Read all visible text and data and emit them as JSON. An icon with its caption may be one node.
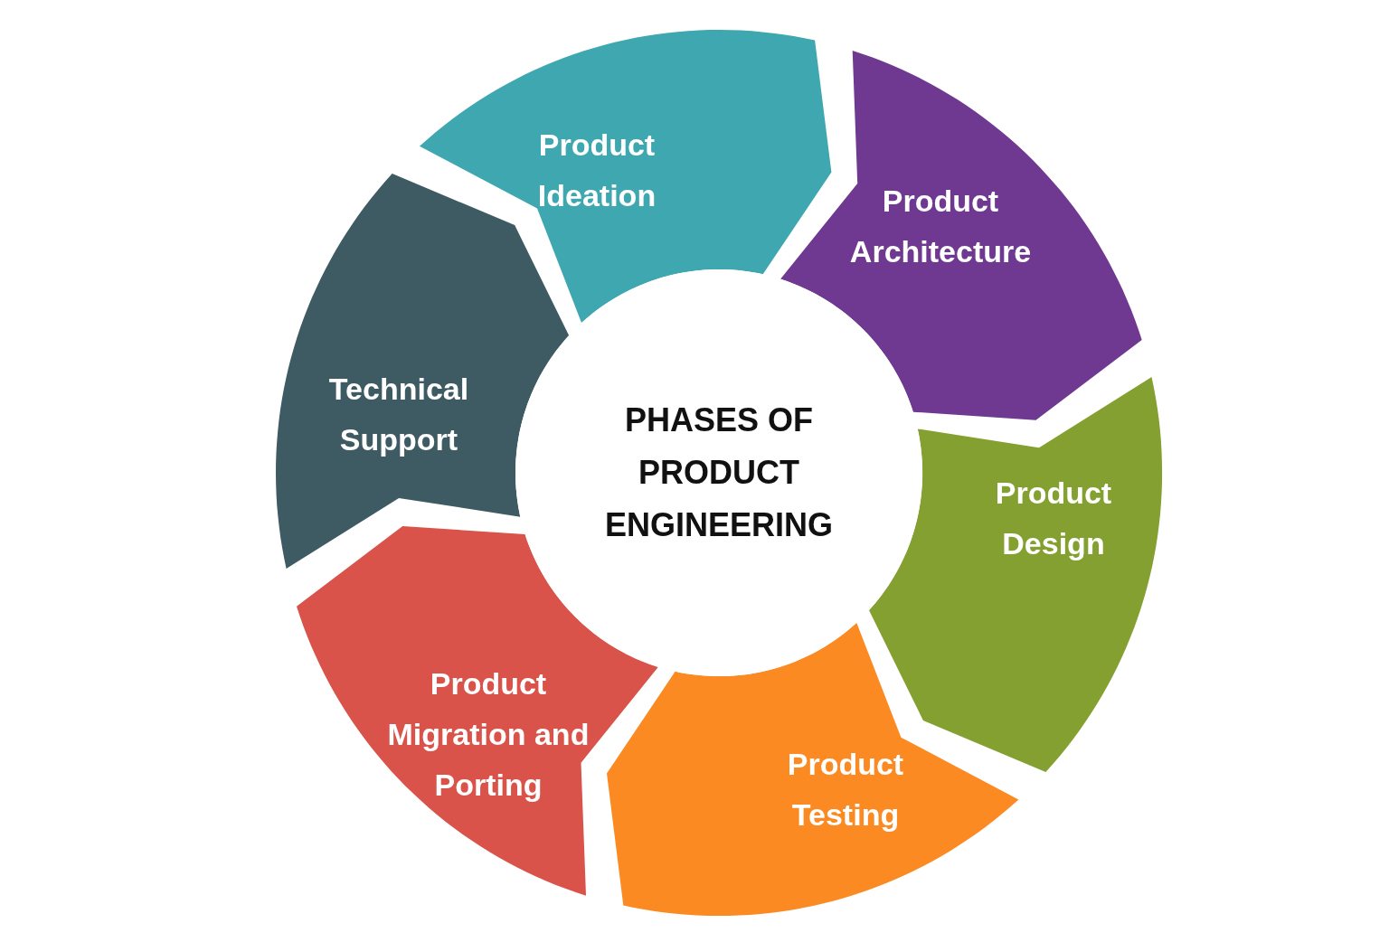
{
  "diagram": {
    "nodes": [
      {
        "text": [
          "PHASES OF PRODUCT ENGINEERING"
        ]
      },
      {
        "text": [
          "Product Ideation"
        ]
      },
      {
        "text": [
          "Product Architecture"
        ]
      },
      {
        "text": [
          "Product Design"
        ]
      },
      {
        "text": [
          "Product Testing"
        ]
      },
      {
        "text": [
          "Product Migration and Porting"
        ]
      },
      {
        "text": [
          "Technical Support"
        ]
      }
    ]
  }
}
